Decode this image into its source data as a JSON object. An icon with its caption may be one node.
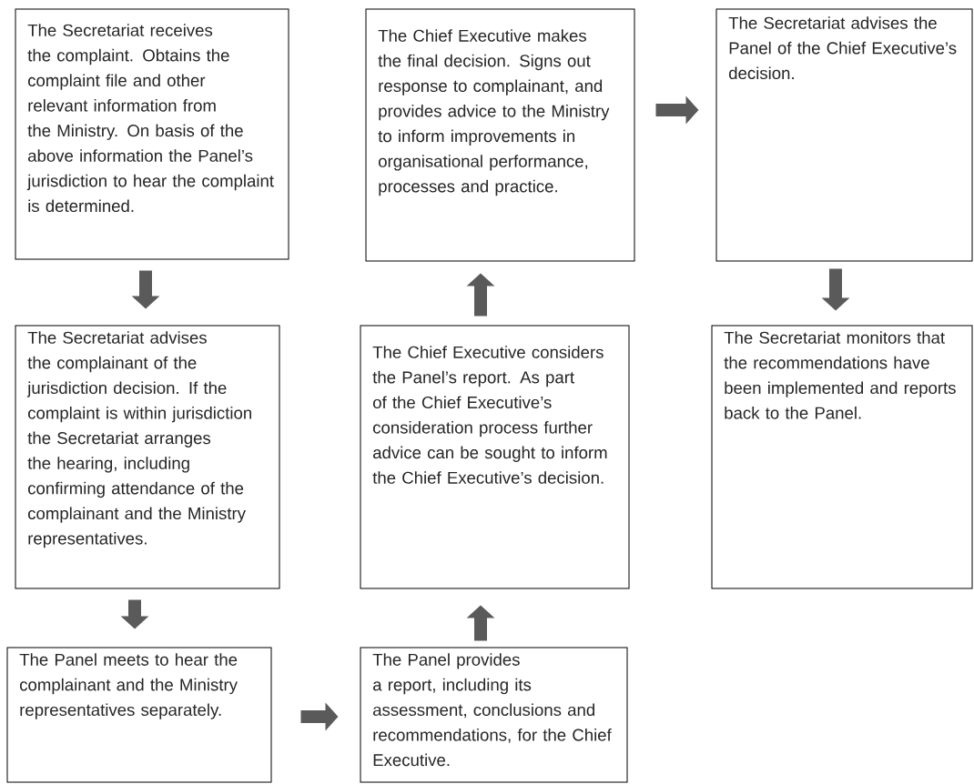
{
  "diagram": {
    "nodes": [
      {
        "text": [
          "The Secretariat receives the complaint. Obtains the complaint file and other relevant information from the Ministry.  On basis of the above information the Panel’s jurisdiction to hear the complaint is determined."
        ]
      },
      {
        "text": [
          "The Chief Executive makes the final decision. Signs out response to complainant, and provides advice to the Ministry to inform improvements in organisational performance, processes and practice."
        ]
      },
      {
        "text": [
          "The Secretariat advises the Panel of the Chief Executive’s decision."
        ]
      },
      {
        "text": [
          "The Secretariat advises the complainant of the jurisdiction decision. If the complaint is within jurisdiction the Secretariat arranges the hearing, including confirming attendance of the complainant and the Ministry representatives."
        ]
      },
      {
        "text": [
          "The Chief Executive considers the Panel’s report.  As part of the Chief Executive’s consideration process further advice can be sought to inform the Chief Executive’s decision."
        ]
      },
      {
        "text": [
          "The Secretariat monitors that the recommendations have been implemented and reports back to the Panel."
        ]
      },
      {
        "text": [
          "The Panel meets to hear the complainant and the Ministry representatives separately."
        ]
      },
      {
        "text": [
          "The Panel provides a report, including its assessment, conclusions and recommendations, for the Chief Executive."
        ]
      }
    ],
    "edges": [
      {
        "from": 0,
        "to": 3,
        "arrow": "to"
      },
      {
        "from": 3,
        "to": 6,
        "arrow": "to"
      },
      {
        "from": 6,
        "to": 7,
        "arrow": "to"
      },
      {
        "from": 7,
        "to": 4,
        "arrow": "to"
      },
      {
        "from": 4,
        "to": 1,
        "arrow": "to"
      },
      {
        "from": 1,
        "to": 2,
        "arrow": "to"
      },
      {
        "from": 2,
        "to": 5,
        "arrow": "to"
      }
    ]
  }
}
